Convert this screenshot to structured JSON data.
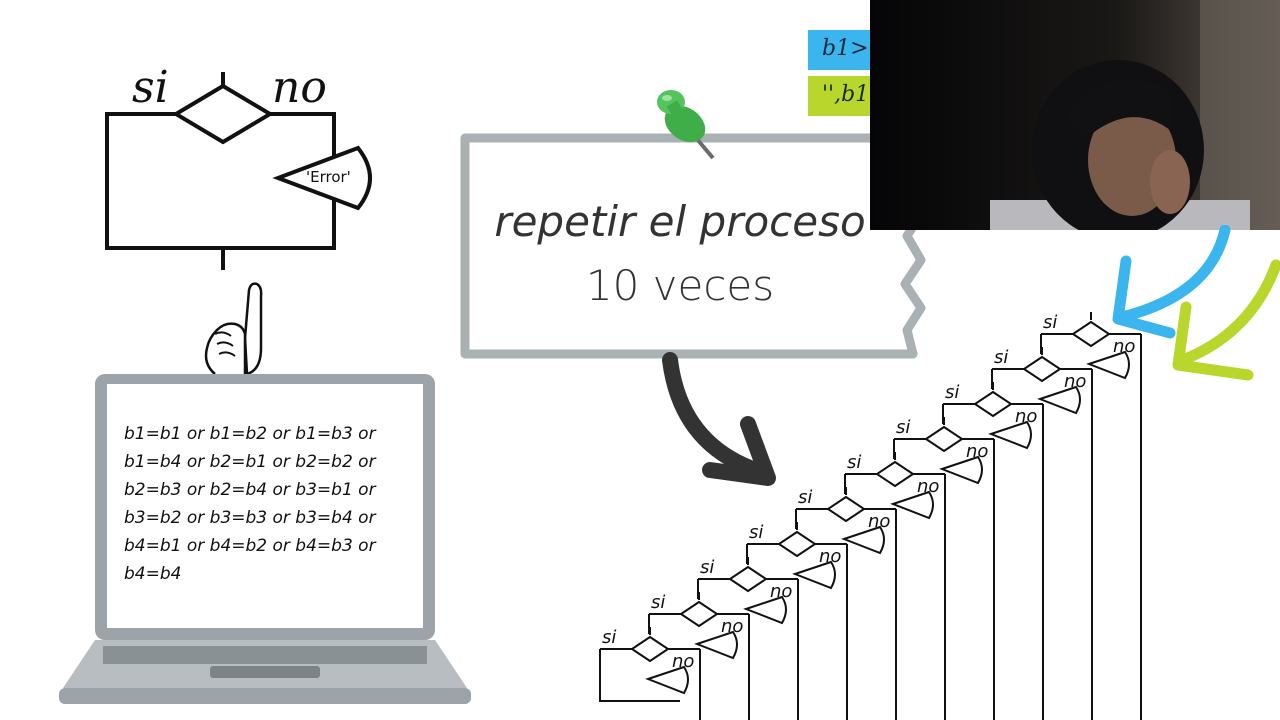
{
  "flow_top": {
    "yes_label": "si",
    "no_label": "no",
    "output_label": "'Error'"
  },
  "laptop": {
    "code_lines": [
      "b1=b1 or b1=b2 or b1=b3 or",
      "b1=b4 or b2=b1 or b2=b2 or",
      "b2=b3 or b2=b4 or b3=b1 or",
      "b3=b2 or b3=b3 or b3=b4 or",
      "b4=b1 or b4=b2 or b4=b3 or",
      "b4=b4"
    ]
  },
  "note": {
    "line1": "repetir el proceso",
    "line2": "10 veces"
  },
  "badges": {
    "blue_text": "b1>",
    "green_text": "'',b1"
  },
  "staircase": {
    "yes_label": "si",
    "no_label": "no",
    "steps": 10
  },
  "colors": {
    "blue_arrow": "#3bb5ee",
    "green_arrow": "#b8d62b",
    "dark_arrow": "#333333",
    "pin": "#3fae49"
  },
  "icons": [
    "pointing-hand-icon",
    "laptop-icon",
    "push-pin-icon",
    "curved-arrow-icon"
  ]
}
